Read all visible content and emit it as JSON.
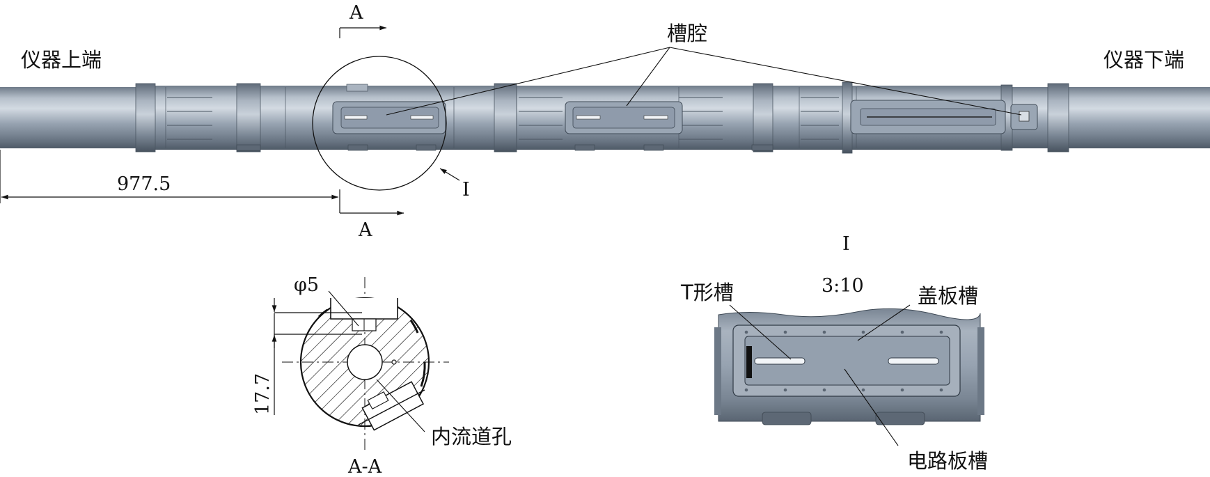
{
  "labels": {
    "upper_end": "仪器上端",
    "lower_end": "仪器下端",
    "groove_cavity": "槽腔",
    "section_marker": "A",
    "section_title": "A-A",
    "dimension_length": "977.5",
    "detail_marker": "I",
    "detail_title": "I",
    "detail_scale": "3:10",
    "diameter": "φ5",
    "dimension_offset": "17.7",
    "inner_channel_hole": "内流道孔",
    "t_slot": "T形槽",
    "cover_plate_groove": "盖板槽",
    "circuit_board_groove": "电路板槽"
  },
  "colors": {
    "tool_body": "#8c98a7",
    "tool_highlight": "#c3ccd6",
    "tool_shadow": "#4f5a67",
    "line": "#111111"
  }
}
